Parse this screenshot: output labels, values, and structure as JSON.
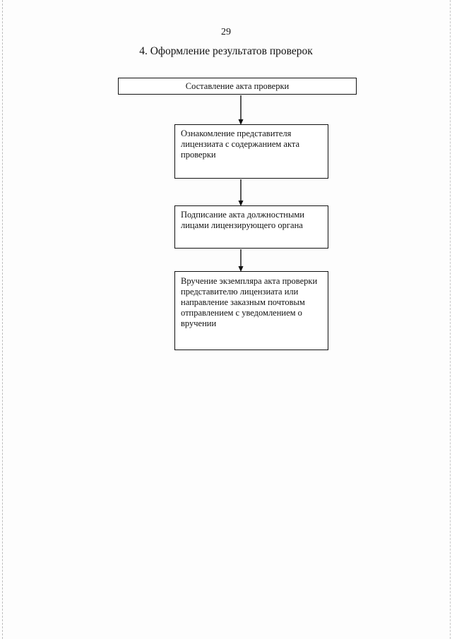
{
  "page": {
    "number": "29",
    "title": "4. Оформление результатов проверок"
  },
  "diagram": {
    "steps": [
      {
        "label": "Составление акта проверки"
      },
      {
        "label": "Ознакомление представителя лицензиата с содержанием акта проверки"
      },
      {
        "label": "Подписание акта должностными лицами лицензирующего органа"
      },
      {
        "label": "Вручение экземпляра акта проверки представителю лицензиата или направление заказным почтовым отправлением с уведомлением о вручении"
      }
    ],
    "connections": [
      {
        "from": 0,
        "to": 1
      },
      {
        "from": 1,
        "to": 2
      },
      {
        "from": 2,
        "to": 3
      }
    ]
  }
}
